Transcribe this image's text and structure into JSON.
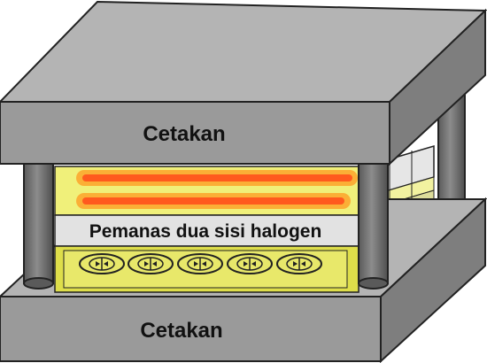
{
  "labels": {
    "top_mold": "Cetakan",
    "bottom_mold": "Cetakan",
    "heater": "Pemanas dua sisi halogen"
  },
  "colors": {
    "mold_front": "#9a9a9a",
    "mold_top": "#b4b4b4",
    "mold_side": "#7e7e7e",
    "pillar": "#6e6e6e",
    "heater_plate": "#f0f07a",
    "heater_glow": "#ff9a20",
    "heater_core": "#ff5a1e",
    "heater_band": "#e2e2e2",
    "workpiece": "#dede4a"
  },
  "halogen_lamp_count": 2,
  "element_count": 5
}
